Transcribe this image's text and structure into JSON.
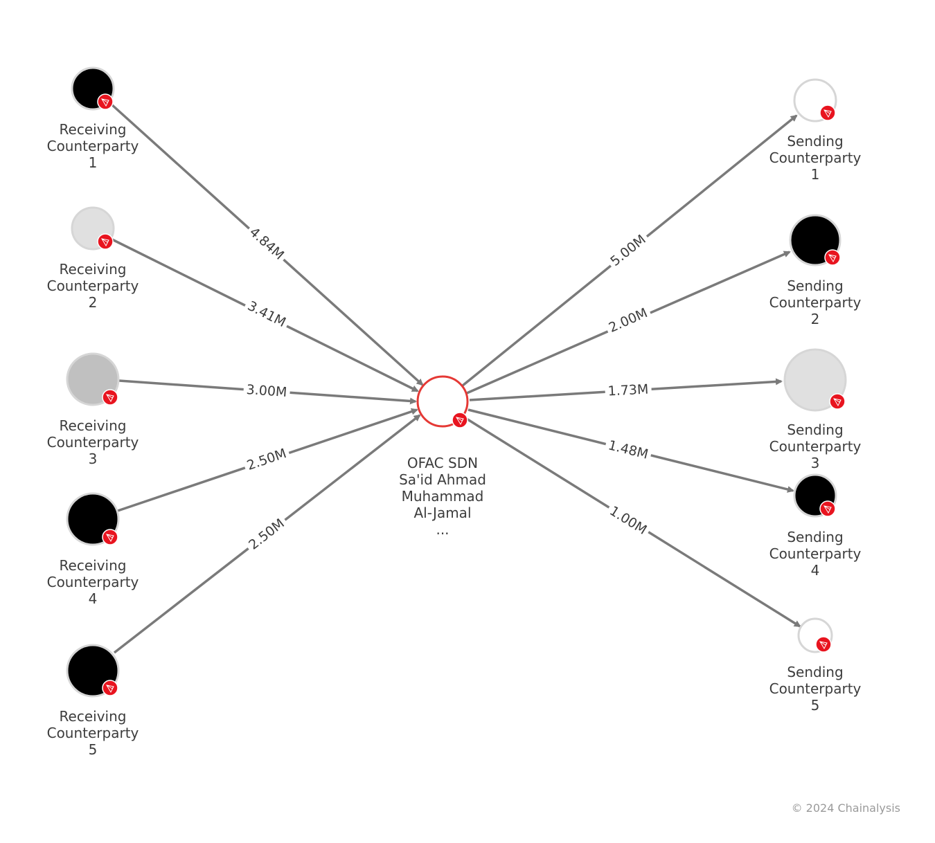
{
  "center": {
    "label_lines": [
      "OFAC SDN",
      "Sa'id Ahmad",
      "Muhammad",
      "Al-Jamal",
      "..."
    ],
    "icon": "tron-icon",
    "ring_color": "#e53935"
  },
  "receiving": [
    {
      "line1": "Receiving",
      "line2": "Counterparty",
      "line3": "1",
      "amount": "4.84M",
      "fill": "#000000"
    },
    {
      "line1": "Receiving",
      "line2": "Counterparty",
      "line3": "2",
      "amount": "3.41M",
      "fill": "#e0e0e0"
    },
    {
      "line1": "Receiving",
      "line2": "Counterparty",
      "line3": "3",
      "amount": "3.00M",
      "fill": "#c0c0c0"
    },
    {
      "line1": "Receiving",
      "line2": "Counterparty",
      "line3": "4",
      "amount": "2.50M",
      "fill": "#000000"
    },
    {
      "line1": "Receiving",
      "line2": "Counterparty",
      "line3": "5",
      "amount": "2.50M",
      "fill": "#000000"
    }
  ],
  "sending": [
    {
      "line1": "Sending",
      "line2": "Counterparty",
      "line3": "1",
      "amount": "5.00M",
      "fill": "#ffffff"
    },
    {
      "line1": "Sending",
      "line2": "Counterparty",
      "line3": "2",
      "amount": "2.00M",
      "fill": "#000000"
    },
    {
      "line1": "Sending",
      "line2": "Counterparty",
      "line3": "3",
      "amount": "1.73M",
      "fill": "#e0e0e0"
    },
    {
      "line1": "Sending",
      "line2": "Counterparty",
      "line3": "4",
      "amount": "1.48M",
      "fill": "#000000"
    },
    {
      "line1": "Sending",
      "line2": "Counterparty",
      "line3": "5",
      "amount": "1.00M",
      "fill": "#ffffff"
    }
  ],
  "footer": {
    "copyright": "© 2024 Chainalysis"
  },
  "colors": {
    "edge": "#7a7a7a",
    "tron_badge": "#e8141f",
    "node_border": "#d6d6d6"
  }
}
